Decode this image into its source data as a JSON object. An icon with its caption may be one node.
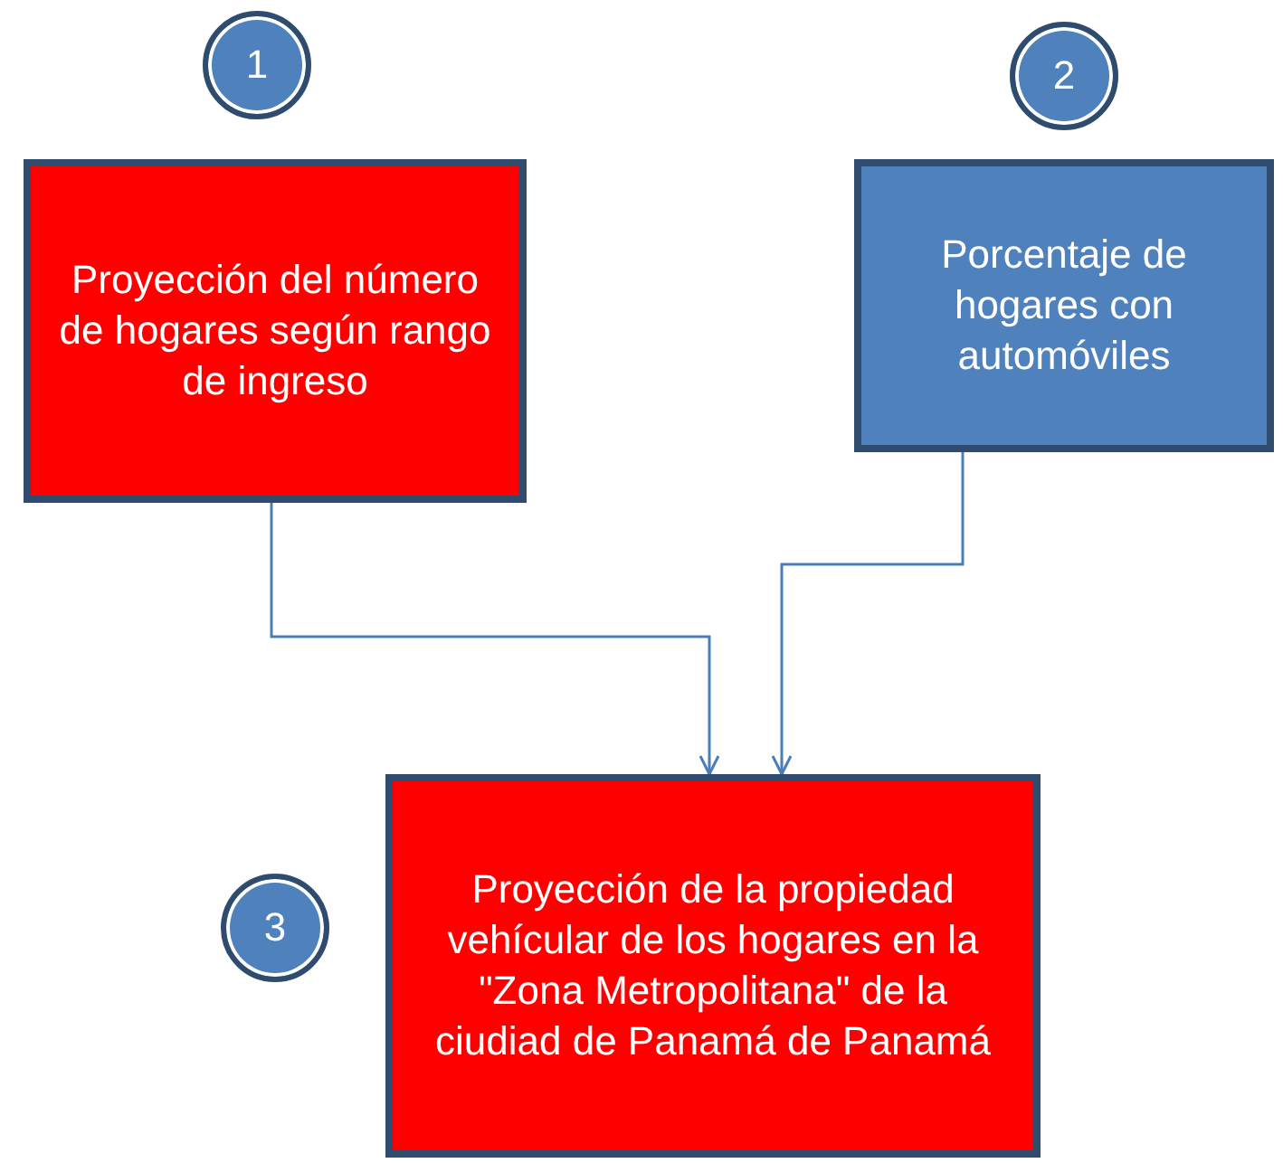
{
  "diagram": {
    "nodes": [
      {
        "text": [
          "1"
        ]
      },
      {
        "text": [
          "2"
        ]
      },
      {
        "text": [
          "Proyección del número de hogares según rango de ingreso"
        ]
      },
      {
        "text": [
          "Porcentaje de hogares con automóviles"
        ]
      },
      {
        "text": [
          "3"
        ]
      },
      {
        "text": [
          "Proyección de la propiedad vehícular de los hogares en la \"Zona Metropolitana\" de la ciudiad de Panamá de Panamá"
        ]
      }
    ],
    "edges": [
      {
        "from": 2,
        "to": 5,
        "arrow": "to"
      },
      {
        "from": 3,
        "to": 5,
        "arrow": "to"
      }
    ]
  }
}
